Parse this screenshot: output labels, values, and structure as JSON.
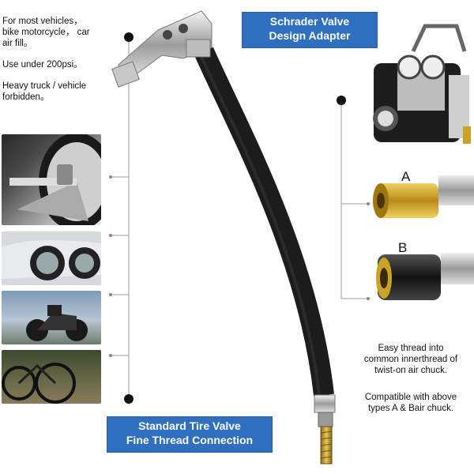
{
  "left_notes": {
    "line1": "For most vehicles，",
    "line2": "bike motorcycle， car",
    "line3": "air fill。",
    "line4": "Use under 200psi。",
    "line5": "Heavy truck / vehicle",
    "line6": "forbidden。"
  },
  "top_label": {
    "line1": "Schrader Valve",
    "line2": "Design Adapter"
  },
  "bottom_label": {
    "line1": "Standard Tire Valve",
    "line2": "Fine Thread Connection"
  },
  "chuck_a": "A",
  "chuck_b": "B",
  "right_notes": {
    "note1_line1": "Easy thread into",
    "note1_line2": "common innerthread of",
    "note1_line3": "twist-on air chuck.",
    "note2_line1": "Compatible with above",
    "note2_line2": "types A & Bair chuck."
  },
  "colors": {
    "label_blue": "#2f6fc0",
    "hose_black": "#1c1c1c",
    "brass": "#c9a227"
  }
}
